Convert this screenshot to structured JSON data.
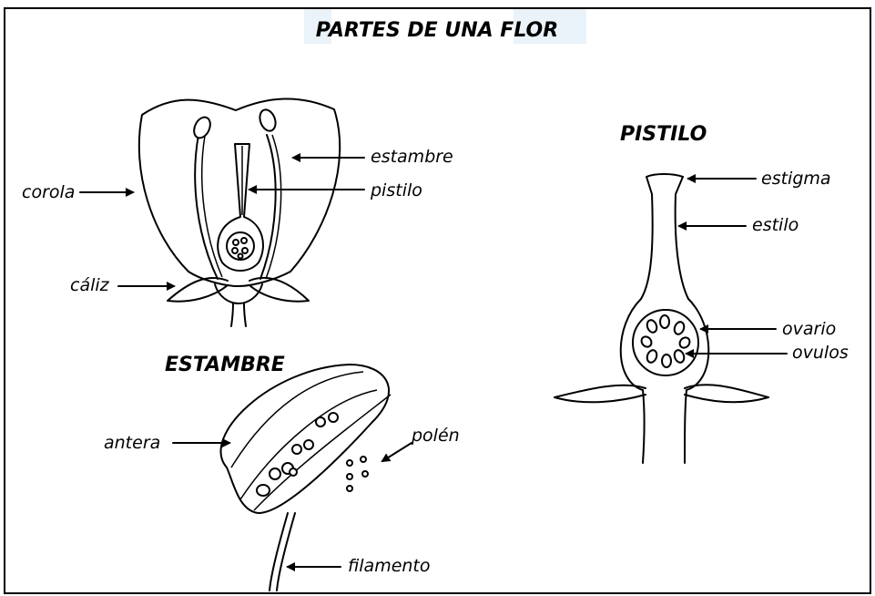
{
  "title": "PARTES DE UNA FLOR",
  "colors": {
    "outline": "#000000",
    "background": "#ffffff",
    "watermark": "#dcebf6"
  },
  "flower": {
    "labels": {
      "corola": "corola",
      "caliz": "cáliz",
      "estambre": "estambre",
      "pistilo": "pistilo"
    }
  },
  "stamen": {
    "heading": "ESTAMBRE",
    "labels": {
      "antera": "antera",
      "polen": "polén",
      "filamento": "filamento"
    }
  },
  "pistil": {
    "heading": "PISTILO",
    "labels": {
      "estigma": "estigma",
      "estilo": "estilo",
      "ovario": "ovario",
      "ovulos": "ovulos"
    }
  }
}
